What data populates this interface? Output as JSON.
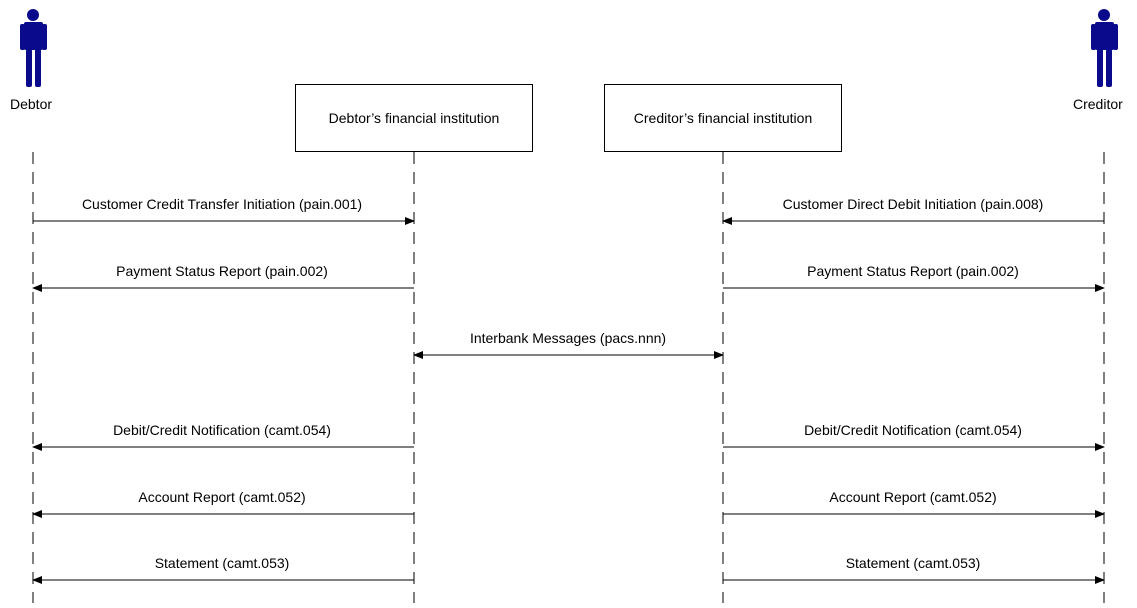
{
  "participants": {
    "debtor": "Debtor",
    "debtor_fi": "Debtor’s financial institution",
    "creditor_fi": "Creditor’s financial institution",
    "creditor": "Creditor"
  },
  "messages": {
    "m_ccti": "Customer Credit Transfer Initiation (pain.001)",
    "m_cddi": "Customer Direct Debit Initiation (pain.008)",
    "m_psr_left": "Payment Status Report (pain.002)",
    "m_psr_right": "Payment Status Report (pain.002)",
    "m_interbank": "Interbank Messages (pacs.nnn)",
    "m_dcn_left": "Debit/Credit Notification (camt.054)",
    "m_dcn_right": "Debit/Credit Notification (camt.054)",
    "m_ar_left": "Account Report (camt.052)",
    "m_ar_right": "Account Report (camt.052)",
    "m_st_left": "Statement (camt.053)",
    "m_st_right": "Statement (camt.053)"
  },
  "colors": {
    "actor": "#0a0a8c",
    "line": "#000000"
  },
  "icons": {
    "debtor": "person-icon",
    "creditor": "person-icon"
  }
}
